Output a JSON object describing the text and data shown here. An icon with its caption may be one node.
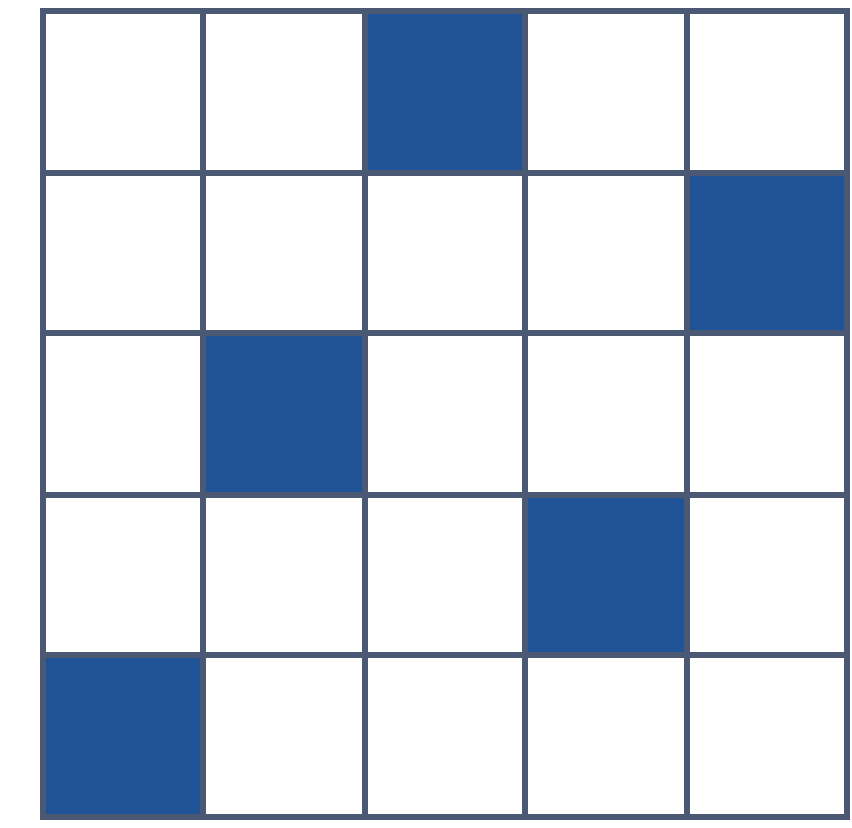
{
  "diagram": {
    "nodes": [
      {
        "text": [],
        "shape": "box"
      },
      {
        "text": [],
        "shape": "box"
      },
      {
        "text": [],
        "shape": "block"
      },
      {
        "text": [],
        "shape": "box"
      },
      {
        "text": [],
        "shape": "box"
      },
      {
        "text": [],
        "shape": "box"
      },
      {
        "text": [],
        "shape": "box"
      },
      {
        "text": [],
        "shape": "box"
      },
      {
        "text": [],
        "shape": "box"
      },
      {
        "text": [],
        "shape": "block"
      },
      {
        "text": [],
        "shape": "box"
      },
      {
        "text": [],
        "shape": "block"
      },
      {
        "text": [],
        "shape": "box"
      },
      {
        "text": [],
        "shape": "box"
      },
      {
        "text": [],
        "shape": "box"
      },
      {
        "text": [],
        "shape": "box"
      },
      {
        "text": [],
        "shape": "box"
      },
      {
        "text": [],
        "shape": "box"
      },
      {
        "text": [],
        "shape": "block"
      },
      {
        "text": [],
        "shape": "box"
      },
      {
        "text": [],
        "shape": "block"
      },
      {
        "text": [],
        "shape": "box"
      },
      {
        "text": [],
        "shape": "box"
      },
      {
        "text": [],
        "shape": "box"
      },
      {
        "text": [],
        "shape": "box"
      }
    ]
  }
}
